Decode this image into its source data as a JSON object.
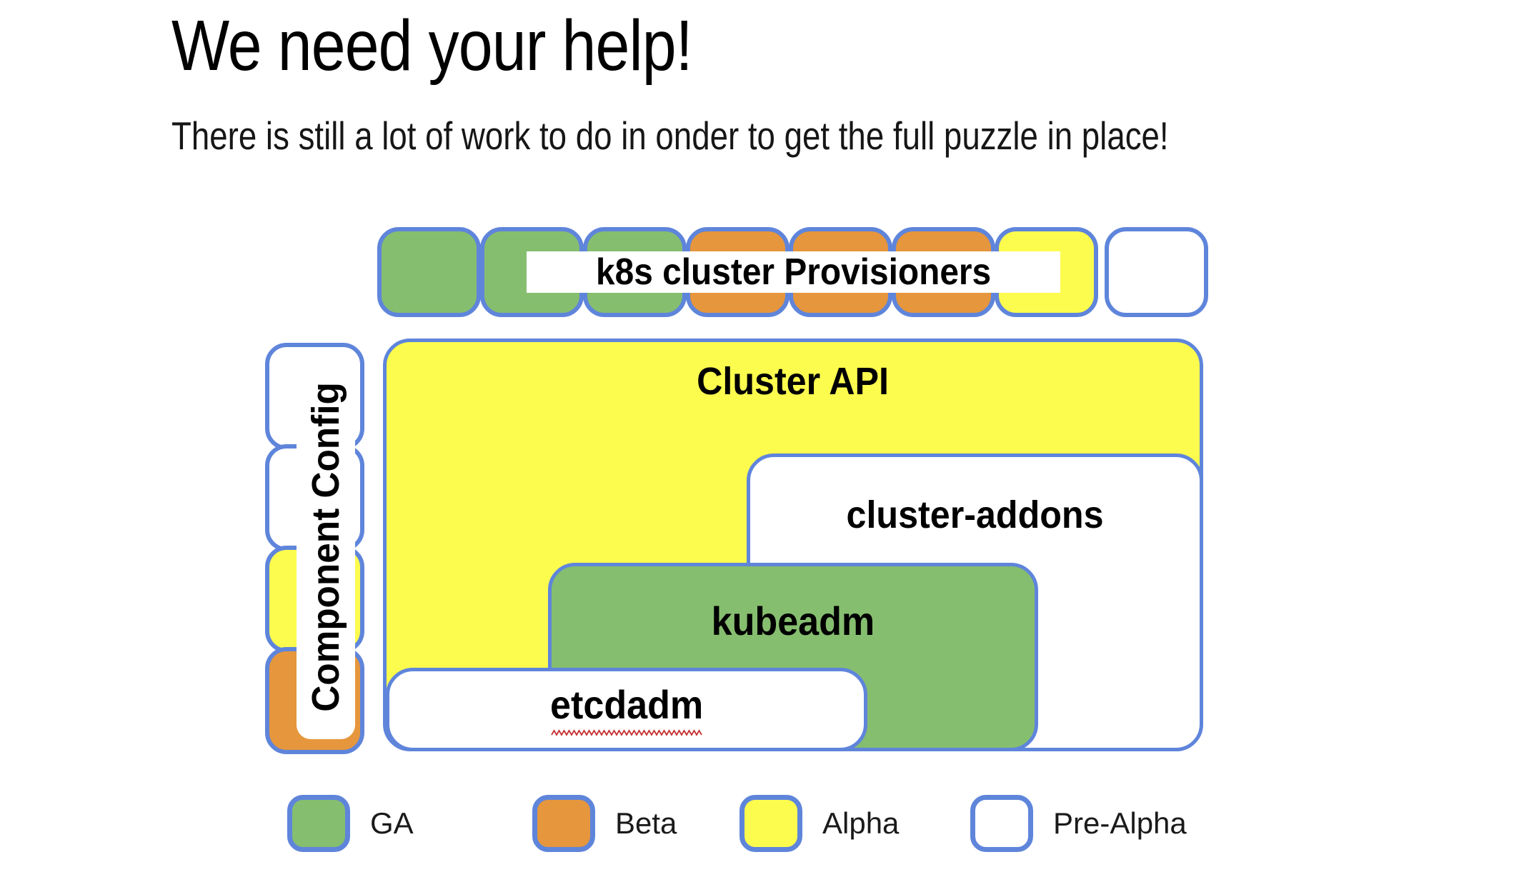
{
  "slide": {
    "title": "We need your help!",
    "subtitle": "There is still a lot of work to do in onder to get the full puzzle in place!"
  },
  "diagram": {
    "provisioner_row": {
      "label": "k8s cluster Provisioners",
      "pieces": [
        "GA",
        "GA",
        "GA",
        "Beta",
        "Beta",
        "Beta",
        "Alpha",
        "Pre-Alpha"
      ]
    },
    "component_config": {
      "label": "Component Config",
      "pieces": [
        "Pre-Alpha",
        "Pre-Alpha",
        "Alpha",
        "Beta"
      ]
    },
    "boxes": {
      "cluster_api": {
        "label": "Cluster API",
        "status": "Alpha"
      },
      "cluster_addons": {
        "label": "cluster-addons",
        "status": "Pre-Alpha"
      },
      "kubeadm": {
        "label": "kubeadm",
        "status": "GA"
      },
      "etcdadm": {
        "label": "etcdadm",
        "status": "Pre-Alpha",
        "spellcheck_underline": true
      }
    }
  },
  "legend": {
    "items": [
      {
        "label": "GA",
        "status": "GA"
      },
      {
        "label": "Beta",
        "status": "Beta"
      },
      {
        "label": "Alpha",
        "status": "Alpha"
      },
      {
        "label": "Pre-Alpha",
        "status": "Pre-Alpha"
      }
    ]
  },
  "status_colors": {
    "GA": "#86BE6F",
    "Beta": "#E6963C",
    "Alpha": "#FCFC4E",
    "Pre-Alpha": "#FFFFFF"
  },
  "border_color": "#5F85DB",
  "squiggle_color": "#C52F2F"
}
